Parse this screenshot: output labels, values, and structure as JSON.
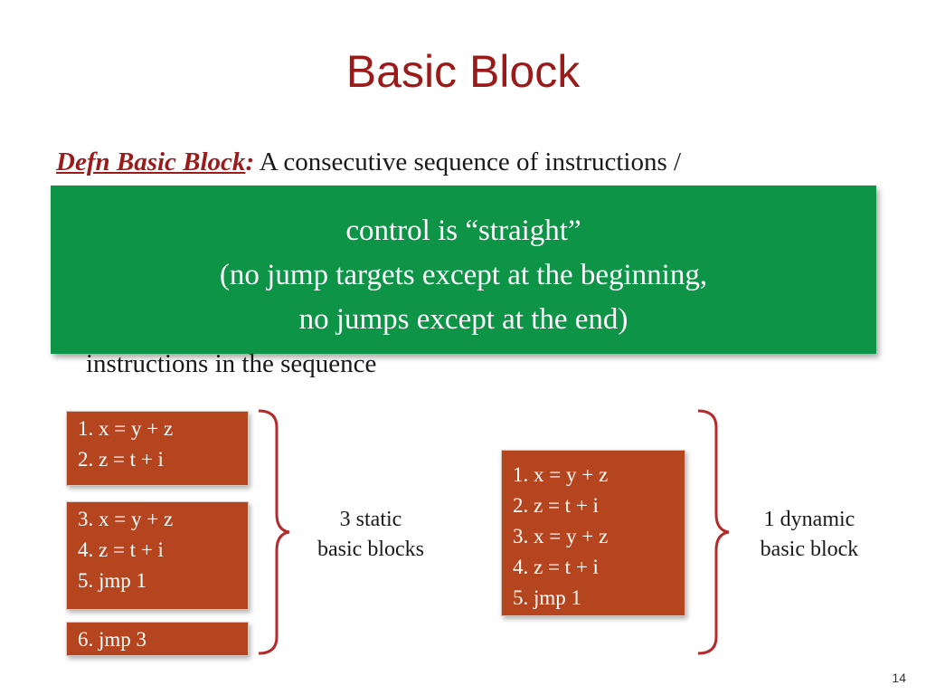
{
  "slide": {
    "title": "Basic Block",
    "page_number": "14"
  },
  "definition": {
    "term": "Defn Basic Block",
    "colon": ":",
    "text": " A consecutive sequence of instructions /",
    "tail": "instructions in the sequence"
  },
  "callout": {
    "lines": [
      "control is “straight”",
      "(no jump targets except at the beginning,",
      "no jumps except at the end)"
    ]
  },
  "static_blocks": [
    {
      "lines": [
        "1. x = y + z",
        "2. z = t + i"
      ]
    },
    {
      "lines": [
        "3. x = y + z",
        "4. z = t + i",
        "5. jmp 1"
      ]
    },
    {
      "lines": [
        "6. jmp 3"
      ]
    }
  ],
  "static_label": [
    "3 static",
    "basic blocks"
  ],
  "dynamic_block": {
    "lines": [
      "1. x = y + z",
      "2. z = t + i",
      "3. x = y + z",
      "4. z = t + i",
      "5. jmp 1"
    ]
  },
  "dynamic_label": [
    "1 dynamic",
    "basic block"
  ],
  "colors": {
    "title": "#9b1b1b",
    "callout": "#0e9447",
    "block": "#b5451f",
    "brace": "#b52a2a"
  }
}
